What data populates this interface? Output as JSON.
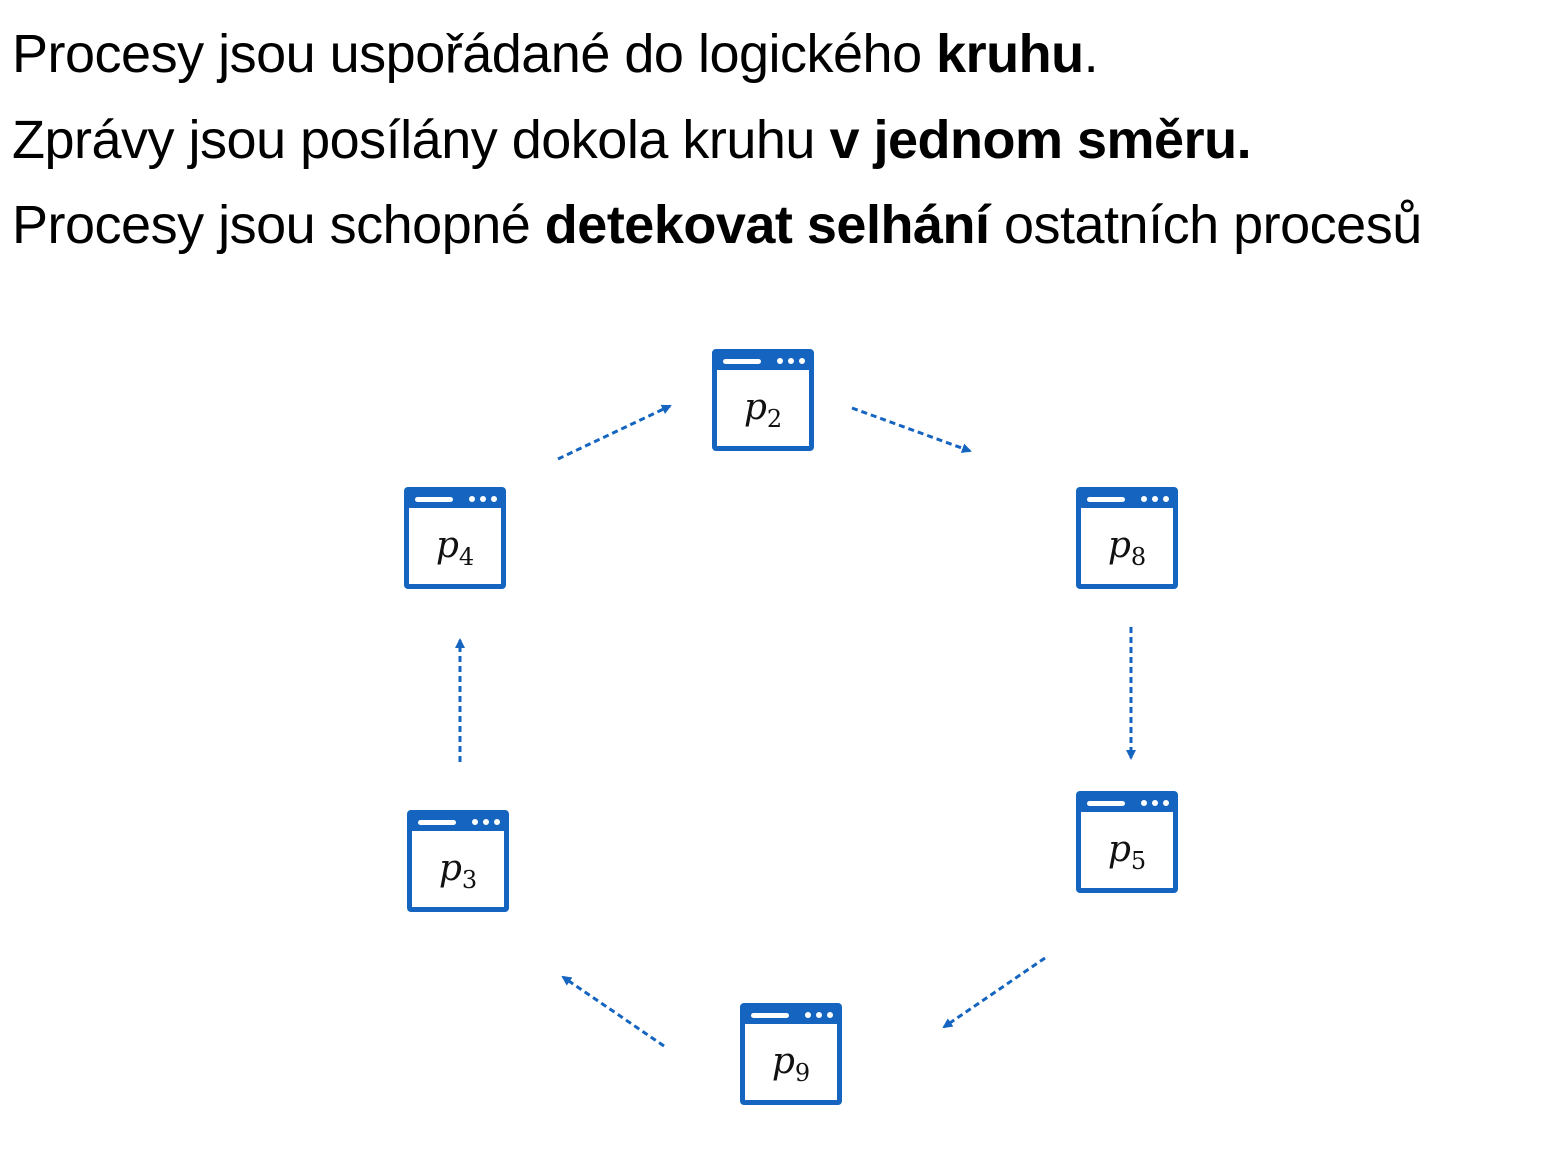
{
  "statements": [
    {
      "normal": "Procesy jsou uspořádané do logického ",
      "bold": "kruhu",
      "tail": "."
    },
    {
      "normal": "Zprávy jsou posílány dokola kruhu ",
      "bold": "v jednom směru.",
      "tail": ""
    },
    {
      "normal": "Procesy jsou schopné ",
      "bold": "detekovat selhání",
      "tail": " ostatních procesů"
    }
  ],
  "ring": {
    "order": [
      "p2",
      "p8",
      "p5",
      "p9",
      "p3",
      "p4"
    ],
    "direction": "clockwise",
    "nodes": [
      {
        "id": "p2",
        "symbol": "p",
        "index": "2"
      },
      {
        "id": "p8",
        "symbol": "p",
        "index": "8"
      },
      {
        "id": "p5",
        "symbol": "p",
        "index": "5"
      },
      {
        "id": "p9",
        "symbol": "p",
        "index": "9"
      },
      {
        "id": "p3",
        "symbol": "p",
        "index": "3"
      },
      {
        "id": "p4",
        "symbol": "p",
        "index": "4"
      }
    ]
  },
  "colors": {
    "accent": "#1565c0",
    "text": "#000000",
    "background": "#ffffff"
  },
  "icons": {
    "process": "browser-window-icon"
  }
}
